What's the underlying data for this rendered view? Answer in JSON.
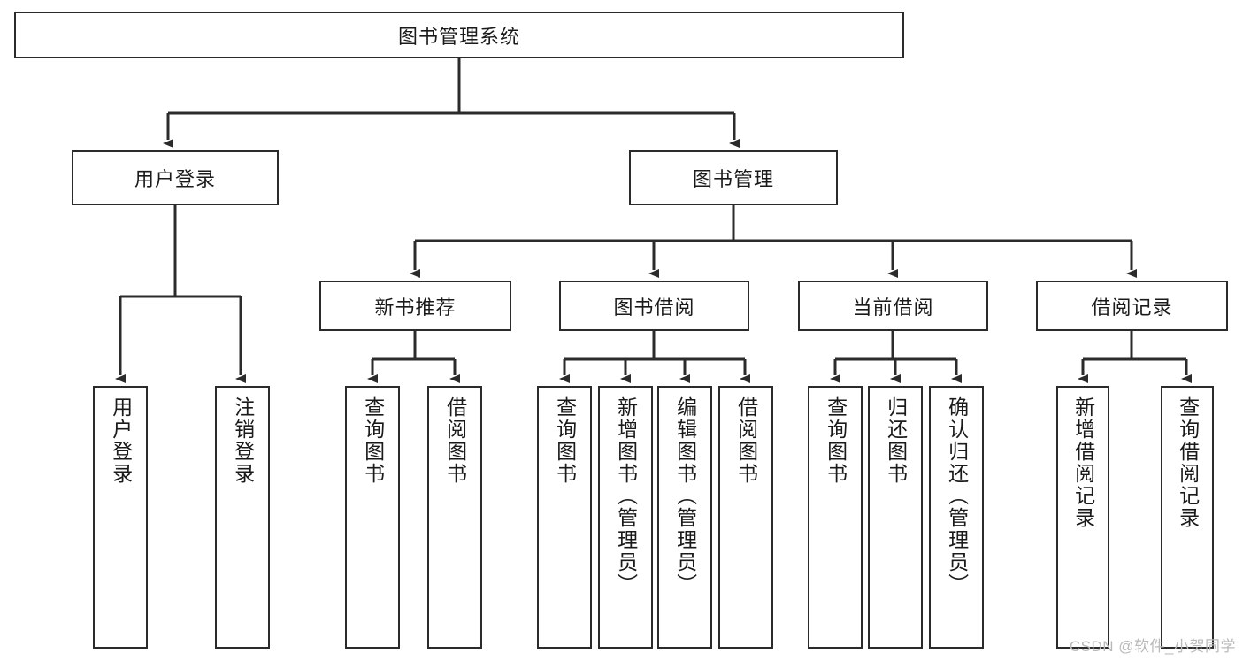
{
  "diagram": {
    "type": "hierarchy-tree",
    "title": "图书管理系统",
    "watermark": "CSDN @软件_小贺同学",
    "colors": {
      "box_border": "#2b2b2b",
      "box_fill": "#ffffff",
      "connector": "#2b2b2b",
      "text": "#1a1a1a",
      "watermark": "#b9b9b9"
    },
    "nodes": {
      "root": {
        "label": "图书管理系统",
        "orientation": "horizontal"
      },
      "level2": [
        {
          "label": "用户登录",
          "orientation": "horizontal"
        },
        {
          "label": "图书管理",
          "orientation": "horizontal"
        }
      ],
      "level3": [
        {
          "label": "新书推荐",
          "orientation": "horizontal"
        },
        {
          "label": "图书借阅",
          "orientation": "horizontal"
        },
        {
          "label": "当前借阅",
          "orientation": "horizontal"
        },
        {
          "label": "借阅记录",
          "orientation": "horizontal"
        }
      ],
      "leaves_user_login": [
        {
          "label": "用户登录",
          "orientation": "vertical"
        },
        {
          "label": "注销登录",
          "orientation": "vertical"
        }
      ],
      "leaves_new_book": [
        {
          "label": "查询图书",
          "orientation": "vertical"
        },
        {
          "label": "借阅图书",
          "orientation": "vertical"
        }
      ],
      "leaves_borrow": [
        {
          "label": "查询图书",
          "orientation": "vertical"
        },
        {
          "label": "新增图书（管理员）",
          "orientation": "vertical"
        },
        {
          "label": "编辑图书（管理员）",
          "orientation": "vertical"
        },
        {
          "label": "借阅图书",
          "orientation": "vertical"
        }
      ],
      "leaves_current": [
        {
          "label": "查询图书",
          "orientation": "vertical"
        },
        {
          "label": "归还图书",
          "orientation": "vertical"
        },
        {
          "label": "确认归还（管理员）",
          "orientation": "vertical"
        }
      ],
      "leaves_record": [
        {
          "label": "新增借阅记录",
          "orientation": "vertical"
        },
        {
          "label": "查询借阅记录",
          "orientation": "vertical"
        }
      ]
    },
    "edges": [
      {
        "from": "图书管理系统",
        "to": "用户登录"
      },
      {
        "from": "图书管理系统",
        "to": "图书管理"
      },
      {
        "from": "用户登录",
        "to": "用户登录(叶)"
      },
      {
        "from": "用户登录",
        "to": "注销登录"
      },
      {
        "from": "图书管理",
        "to": "新书推荐"
      },
      {
        "from": "图书管理",
        "to": "图书借阅"
      },
      {
        "from": "图书管理",
        "to": "当前借阅"
      },
      {
        "from": "图书管理",
        "to": "借阅记录"
      },
      {
        "from": "新书推荐",
        "to": "查询图书"
      },
      {
        "from": "新书推荐",
        "to": "借阅图书"
      },
      {
        "from": "图书借阅",
        "to": "查询图书"
      },
      {
        "from": "图书借阅",
        "to": "新增图书（管理员）"
      },
      {
        "from": "图书借阅",
        "to": "编辑图书（管理员）"
      },
      {
        "from": "图书借阅",
        "to": "借阅图书"
      },
      {
        "from": "当前借阅",
        "to": "查询图书"
      },
      {
        "from": "当前借阅",
        "to": "归还图书"
      },
      {
        "from": "当前借阅",
        "to": "确认归还（管理员）"
      },
      {
        "from": "借阅记录",
        "to": "新增借阅记录"
      },
      {
        "from": "借阅记录",
        "to": "查询借阅记录"
      }
    ]
  }
}
